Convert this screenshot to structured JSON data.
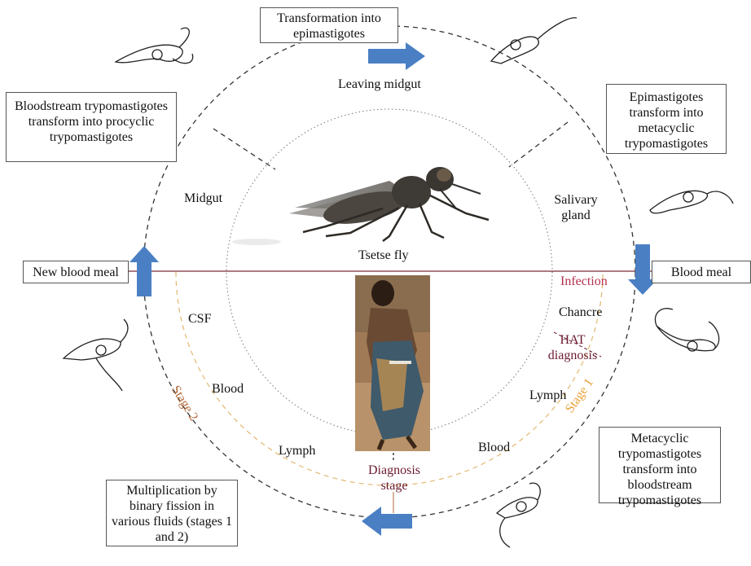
{
  "boxes": {
    "top": "Transformation into epimastigotes",
    "top_left": "Bloodstream trypomastigotes transform into procyclic trypomastigotes",
    "top_right": "Epimastigotes transform into metacyclic trypomastigotes",
    "left": "New blood meal",
    "right": "Blood meal",
    "bottom_left": "Multiplication by binary fission in various fluids (stages 1 and 2)",
    "bottom_right": "Metacyclic trypomastigotes transform into bloodstream trypomastigotes"
  },
  "labels": {
    "leaving_midgut": "Leaving midgut",
    "midgut": "Midgut",
    "salivary_gland": "Salivary gland",
    "tsetse_fly": "Tsetse fly",
    "infection": "Infection",
    "chancre": "Chancre",
    "hat_diagnosis": "HAT diagnosis",
    "lymph_right": "Lymph",
    "blood_right": "Blood",
    "stage1": "Stage 1",
    "stage2": "Stage 2",
    "csf": "CSF",
    "blood_left": "Blood",
    "lymph_left": "Lymph",
    "diagnosis_stage": "Diagnosis stage"
  },
  "colors": {
    "arrow": "#4a7fc4",
    "stage_dash": "#e3b86e",
    "infection": "#b2304a",
    "diagnosis": "#6b1b2f",
    "stage1": "#e8a23a",
    "stage2": "#b66a3a"
  },
  "icons": [
    "trypanosome-icon",
    "tsetse-fly-image",
    "patient-photo"
  ]
}
